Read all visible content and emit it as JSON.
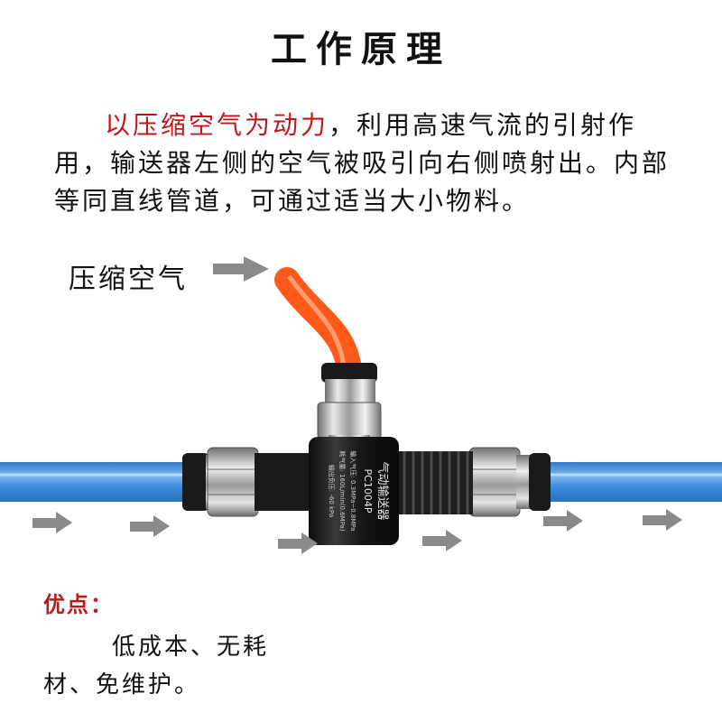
{
  "title": "工作原理",
  "description": {
    "highlight": "以压缩空气为动力",
    "rest": "，利用高速气流的引射作用，输送器左侧的空气被吸引向右侧喷射出。内部等同直线管道，可通过适当大小物料。"
  },
  "air_label": "压缩空气",
  "device_label": {
    "name": "气动输送器",
    "model": "PC1004P",
    "line1": "输入气压: 0.3MPa~0.8MPa",
    "line2": "耗气量: 160L/min(0.6MPa)",
    "line3": "输出负压: -60 kPa"
  },
  "advantages": {
    "title": "优点：",
    "text": "低成本、无耗材、免维护。"
  },
  "colors": {
    "highlight": "#c01818",
    "blue_tube": "#3f8fe0",
    "orange_tube": "#ff5a1a",
    "arrow": "#8a8a8a",
    "body": "#1b1b1b"
  }
}
